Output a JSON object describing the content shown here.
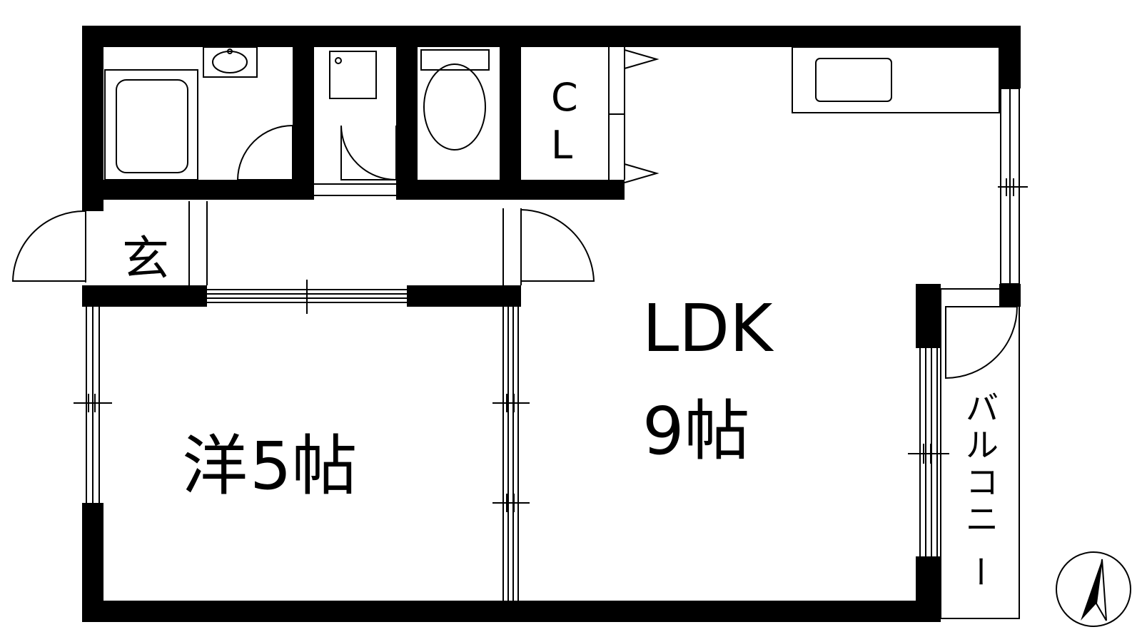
{
  "plan": {
    "rooms": {
      "ldk": {
        "name": "LDK",
        "size": "9帖"
      },
      "western": {
        "name": "洋",
        "size": "5帖"
      },
      "entrance": {
        "name": "玄"
      },
      "closet": {
        "line1": "C",
        "line2": "L"
      },
      "balcony": {
        "chars": [
          "バ",
          "ル",
          "コ",
          "ニ",
          "ー"
        ]
      }
    },
    "compass": {
      "pointer": "north"
    },
    "colors": {
      "wall": "#000000",
      "line": "#000000",
      "background": "#ffffff"
    }
  }
}
